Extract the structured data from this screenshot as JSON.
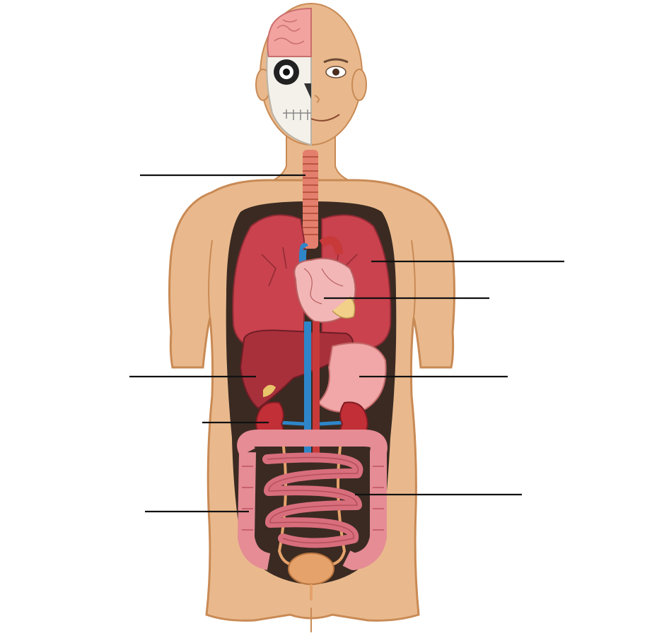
{
  "diagram": {
    "labels": []
  },
  "colors": {
    "skin": "#E9B98D",
    "skin_outline": "#C98A55",
    "cavity": "#3A2A22",
    "lung": "#C9424E",
    "heart": "#F2B6B6",
    "artery": "#C83A3A",
    "vein": "#2E86C9",
    "liver": "#A8303B",
    "stomach": "#F1A7A7",
    "kidney": "#C22F37",
    "intestine": "#E58C95",
    "trachea": "#E57F6D",
    "bladder": "#E5A26B",
    "brain": "#F2A3A0",
    "skull": "#F4F1EA",
    "leader_line": "#111111"
  },
  "pointers": [
    {
      "id": "trachea",
      "target": "trachea"
    },
    {
      "id": "lungs",
      "target": "lungs"
    },
    {
      "id": "heart",
      "target": "heart"
    },
    {
      "id": "liver",
      "target": "liver"
    },
    {
      "id": "stomach",
      "target": "stomach"
    },
    {
      "id": "kidneys",
      "target": "kidneys"
    },
    {
      "id": "small-intestine",
      "target": "small-intestine"
    },
    {
      "id": "large-intestine",
      "target": "large-intestine"
    }
  ]
}
